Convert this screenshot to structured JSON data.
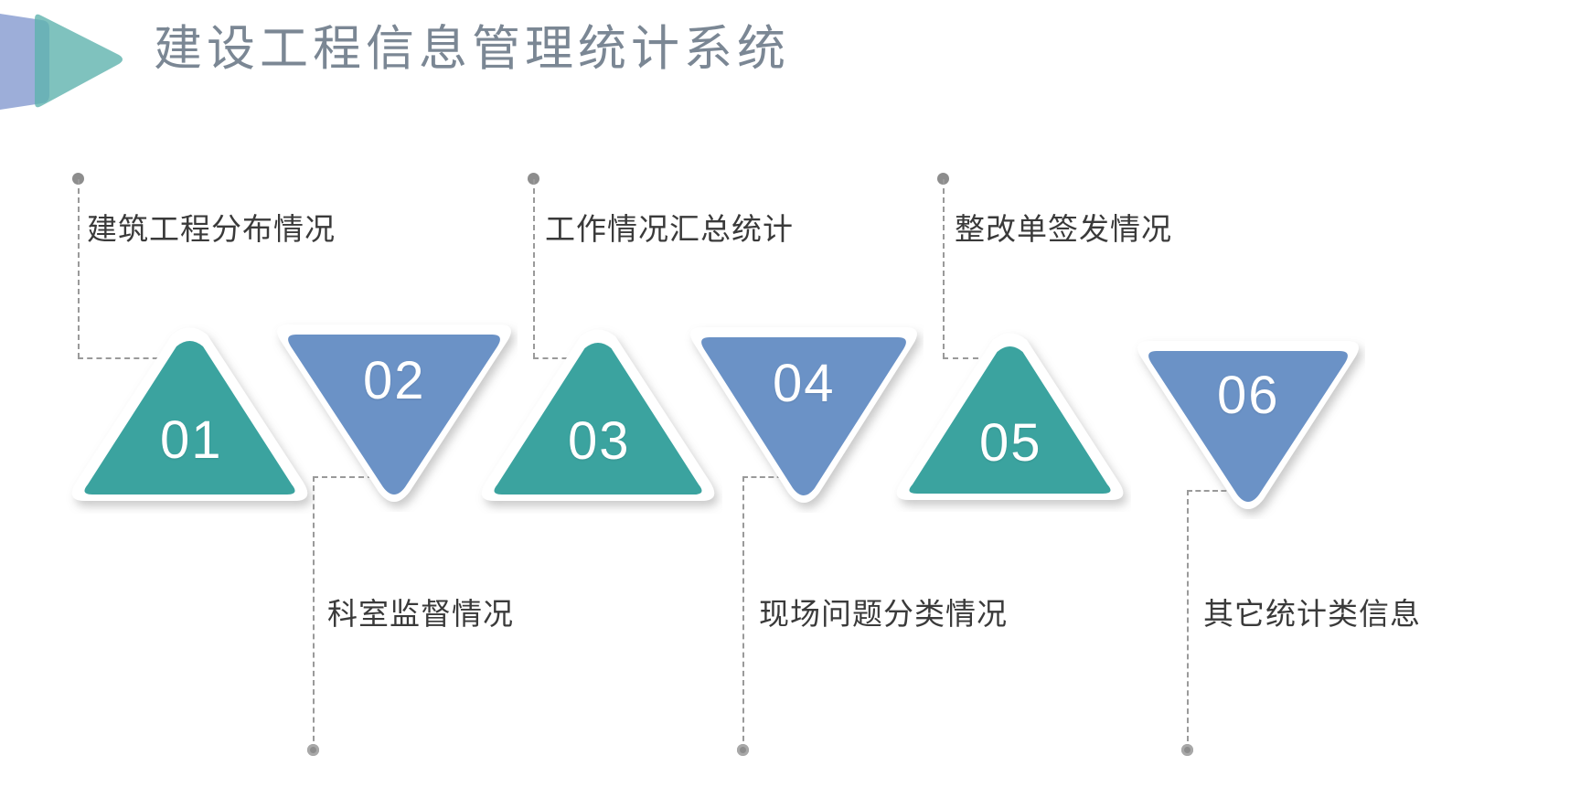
{
  "header": {
    "title": "建设工程信息管理统计系统",
    "logo_name": "play-triangle-logo",
    "title_color": "#7b8794",
    "logo_colors": {
      "left": "#8fa3d4",
      "right": "#6cb8b4"
    }
  },
  "theme": {
    "teal": "#3ba39f",
    "blue": "#6b92c6",
    "outline": "#ffffff",
    "connector": "#9a9a9a",
    "dot": "#8d8d8d",
    "label_text": "#3a3a3a",
    "background": "#ffffff"
  },
  "items": [
    {
      "number": "01",
      "label": "建筑工程分布情况",
      "color": "#3ba39f",
      "direction": "up",
      "label_position": "top"
    },
    {
      "number": "02",
      "label": "科室监督情况",
      "color": "#6b92c6",
      "direction": "down",
      "label_position": "bottom"
    },
    {
      "number": "03",
      "label": "工作情况汇总统计",
      "color": "#3ba39f",
      "direction": "up",
      "label_position": "top"
    },
    {
      "number": "04",
      "label": "现场问题分类情况",
      "color": "#6b92c6",
      "direction": "down",
      "label_position": "bottom"
    },
    {
      "number": "05",
      "label": "整改单签发情况",
      "color": "#3ba39f",
      "direction": "up",
      "label_position": "top"
    },
    {
      "number": "06",
      "label": "其它统计类信息",
      "color": "#6b92c6",
      "direction": "down",
      "label_position": "bottom"
    }
  ]
}
